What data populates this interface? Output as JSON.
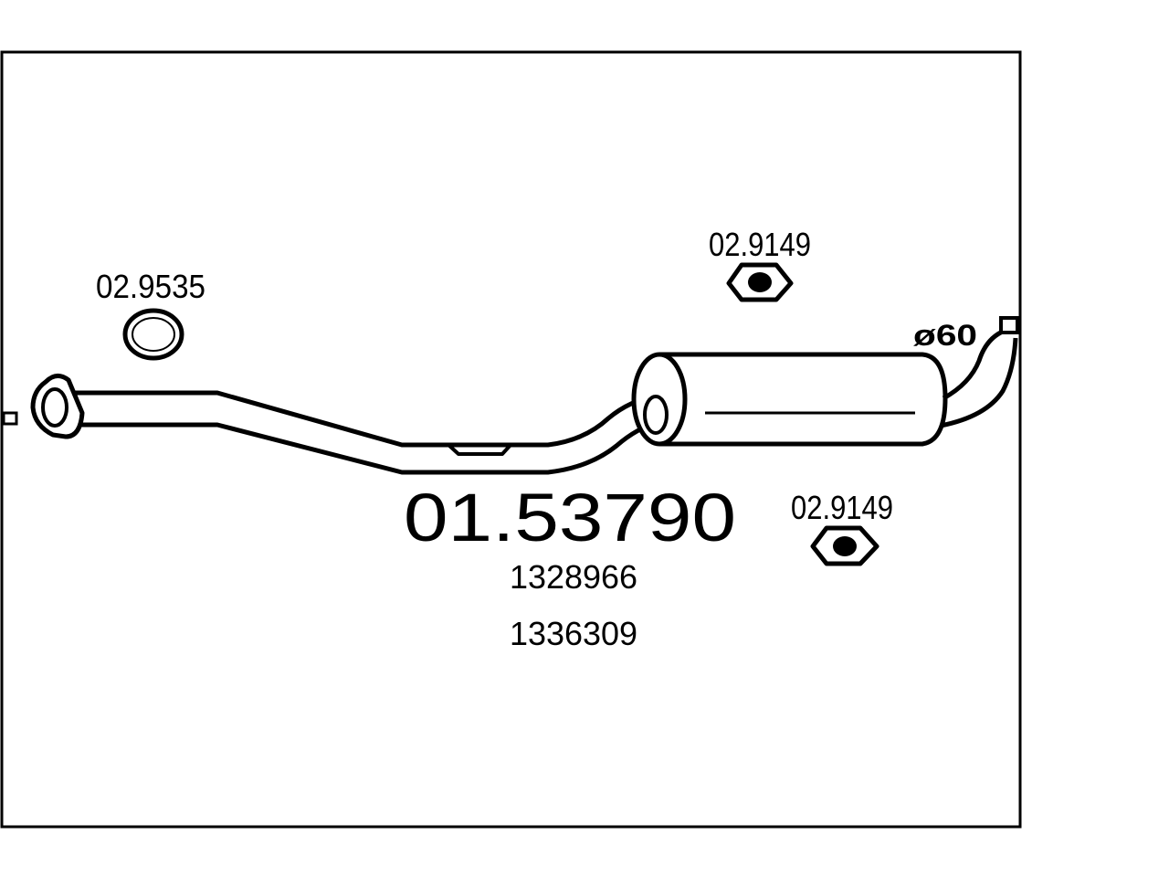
{
  "part_number": "01.53790",
  "oem_numbers": [
    "1328966",
    "1336309"
  ],
  "parts": {
    "gasket_ring": "02.9535",
    "rubber_mount_top": "02.9149",
    "rubber_mount_bottom": "02.9149"
  },
  "outlet_diameter": "ø60"
}
